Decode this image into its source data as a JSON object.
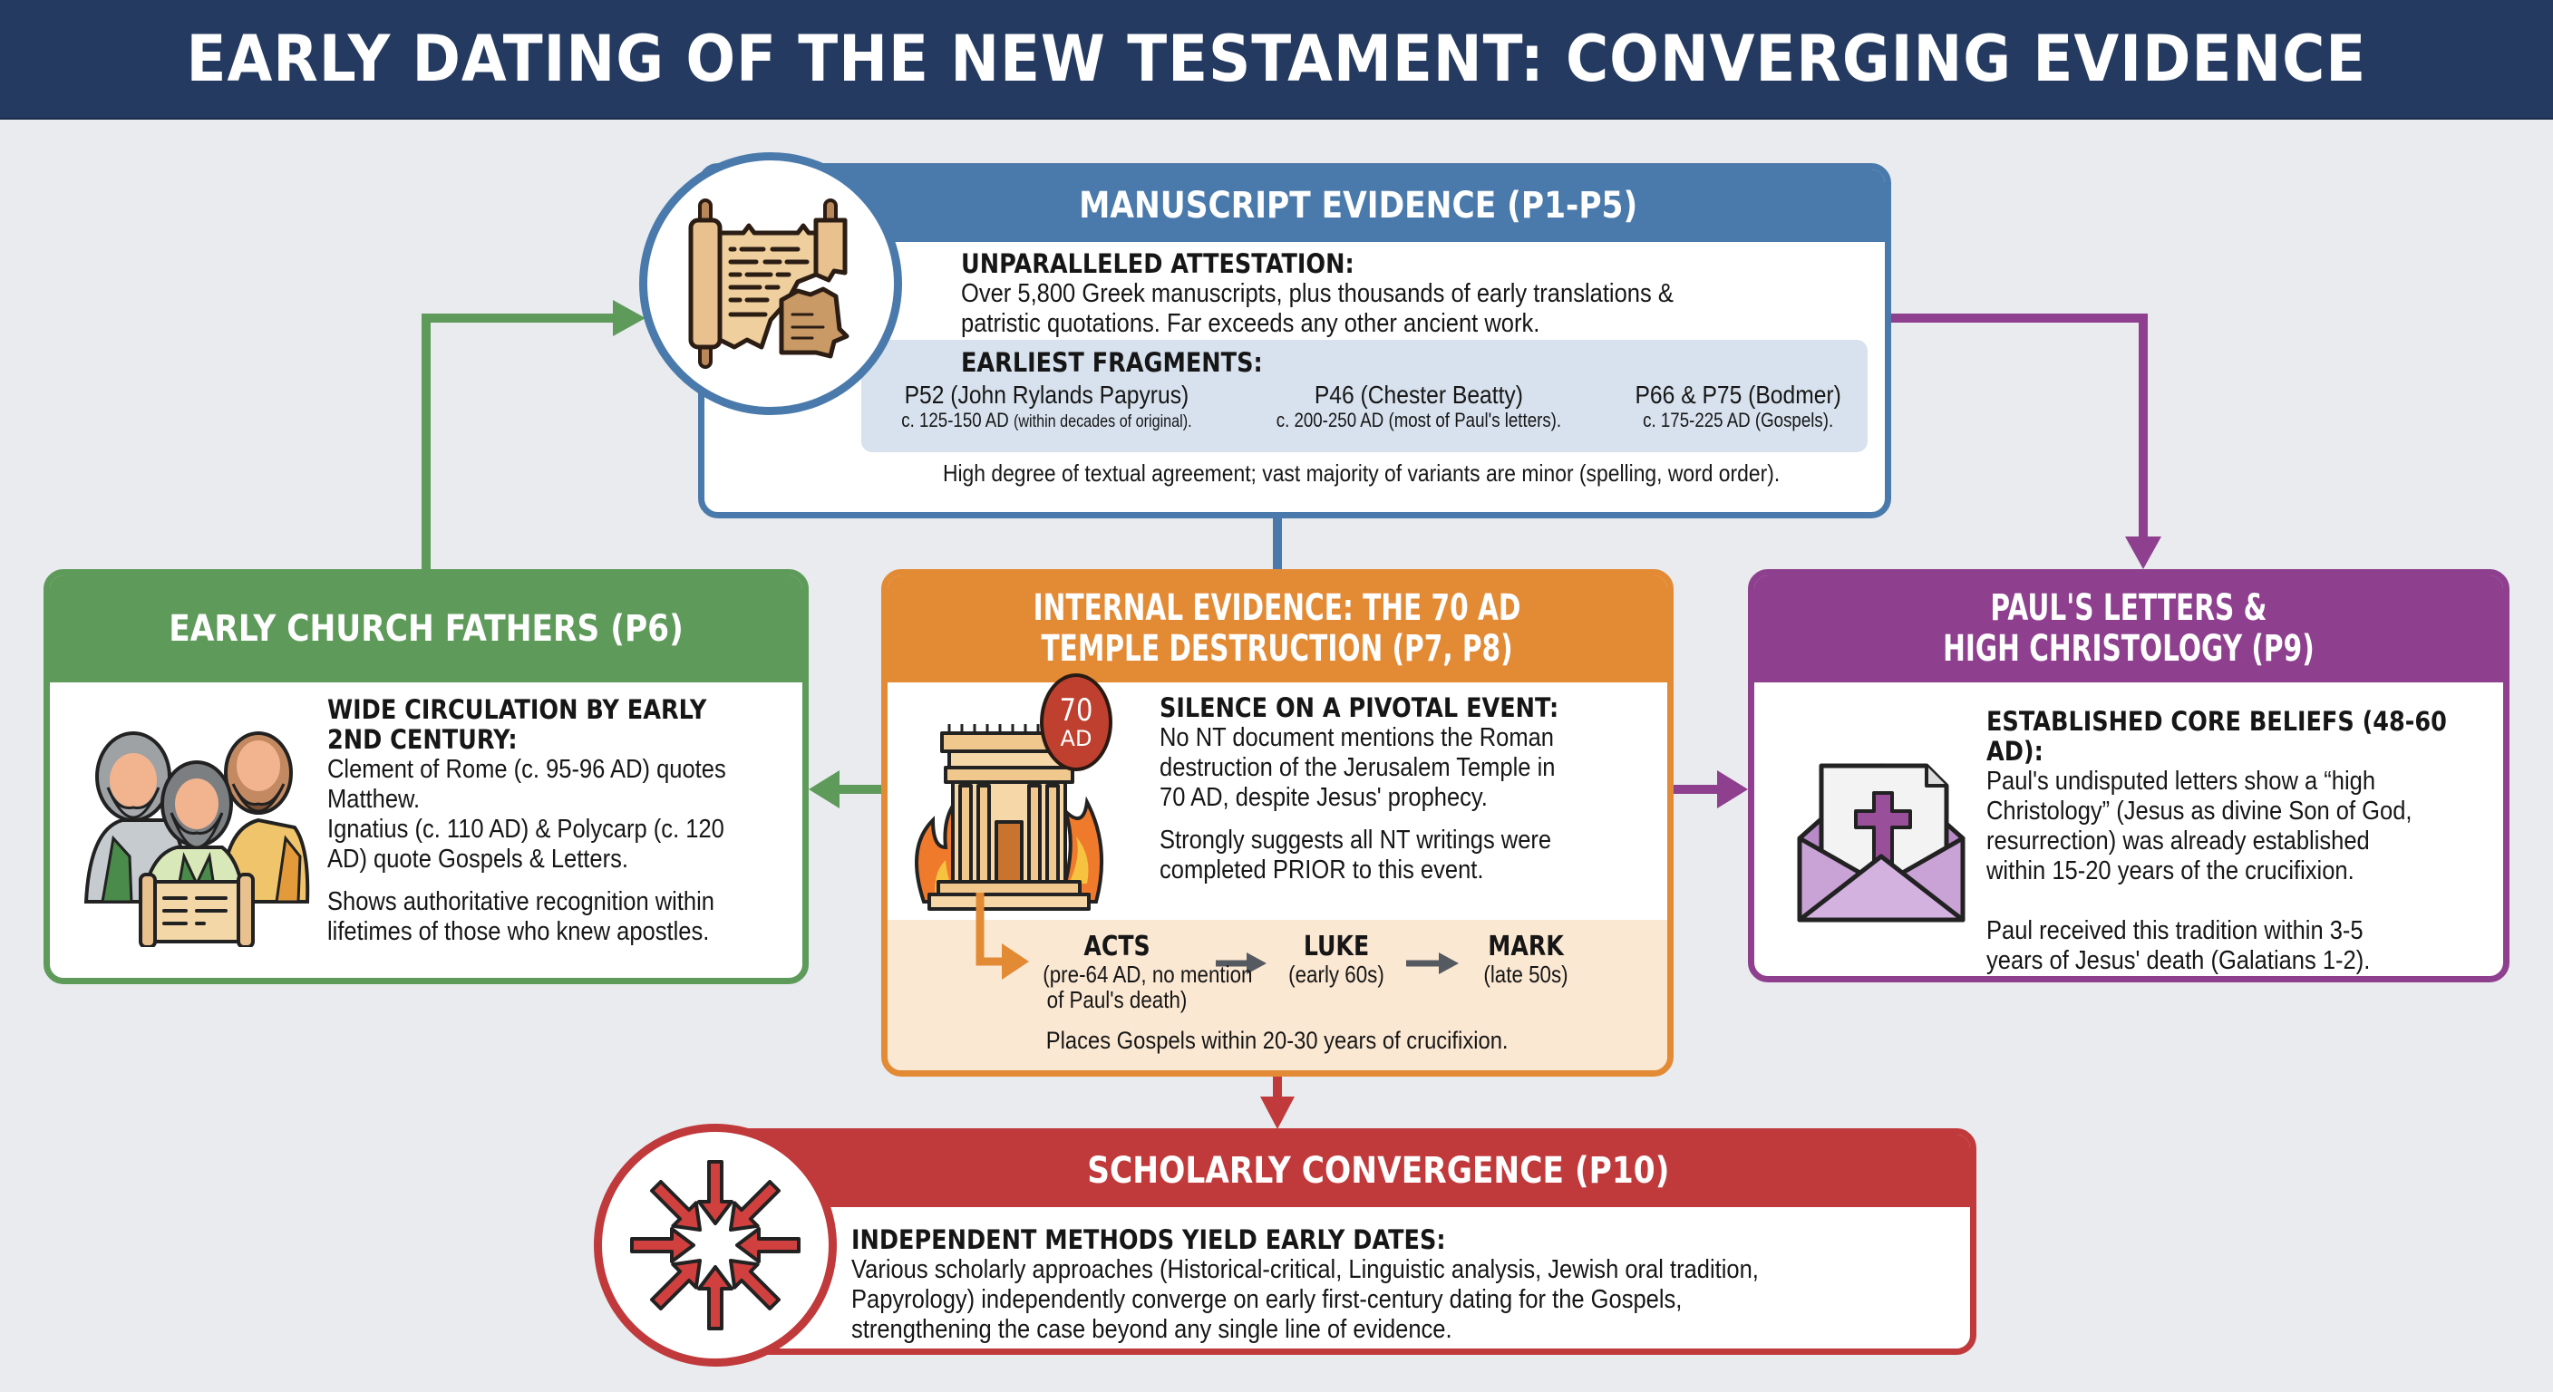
{
  "title": "EARLY DATING OF THE NEW TESTAMENT: CONVERGING EVIDENCE",
  "colors": {
    "title_bar": "#243a60",
    "manuscript": "#4a7aab",
    "church_fathers": "#5e9a5a",
    "internal": "#e38a35",
    "pauls_letters": "#8e3f8e",
    "convergence": "#c0393b",
    "background": "#e9ebef"
  },
  "manuscript": {
    "heading": "MANUSCRIPT EVIDENCE (P1-P5)",
    "icon": "scroll-fragments-icon",
    "attestation_title": "UNPARALLELED ATTESTATION:",
    "attestation_line1": "Over 5,800 Greek manuscripts, plus thousands of early translations &",
    "attestation_line2": "patristic quotations. Far exceeds any other ancient work.",
    "fragments_title": "EARLIEST FRAGMENTS:",
    "fragments": [
      {
        "name": "P52 (John Rylands Papyrus)",
        "date": "c. 125-150 AD",
        "note": "(within decades of original)."
      },
      {
        "name": "P46 (Chester Beatty)",
        "date": "c. 200-250 AD",
        "note": "(most of Paul's letters)."
      },
      {
        "name": "P66 & P75 (Bodmer)",
        "date": "c. 175-225 AD",
        "note": "(Gospels)."
      }
    ],
    "agreement": "High degree of textual agreement; vast majority of variants are minor (spelling, word order)."
  },
  "church_fathers": {
    "heading": "EARLY CHURCH FATHERS (P6)",
    "icon": "church-fathers-icon",
    "title_line1": "WIDE CIRCULATION BY EARLY",
    "title_line2": "2ND CENTURY:",
    "line1": "Clement of Rome (c. 95-96 AD) quotes",
    "line2": "Matthew.",
    "line3": "Ignatius (c. 110 AD) & Polycarp (c. 120",
    "line4": "AD) quote Gospels & Letters.",
    "line5": "Shows authoritative recognition within",
    "line6": "lifetimes of those who knew apostles."
  },
  "internal": {
    "heading_line1": "INTERNAL EVIDENCE: THE 70 AD",
    "heading_line2": "TEMPLE DESTRUCTION (P7, P8)",
    "icon": "burning-temple-icon",
    "badge_number": "70",
    "badge_unit": "AD",
    "title": "SILENCE ON A PIVOTAL EVENT:",
    "line1": "No NT document mentions the Roman",
    "line2": "destruction of the Jerusalem Temple in",
    "line3": "70 AD, despite Jesus' prophecy.",
    "line4": "Strongly suggests all NT writings were",
    "line5": "completed PRIOR to this event.",
    "timeline": [
      {
        "book": "ACTS",
        "sub1": "(pre-64 AD, no mention",
        "sub2": "of Paul's death)"
      },
      {
        "book": "LUKE",
        "sub1": "(early 60s)",
        "sub2": ""
      },
      {
        "book": "MARK",
        "sub1": "(late 50s)",
        "sub2": ""
      }
    ],
    "conclusion": "Places Gospels within 20-30 years of crucifixion."
  },
  "pauls_letters": {
    "heading_line1": "PAUL'S LETTERS &",
    "heading_line2": "HIGH CHRISTOLOGY (P9)",
    "icon": "envelope-cross-icon",
    "title": "ESTABLISHED CORE BELIEFS (48-60 AD):",
    "line1": "Paul's undisputed letters show a “high",
    "line2": "Christology” (Jesus as divine Son of God,",
    "line3": "resurrection) was already established",
    "line4": "within 15-20 years of the crucifixion.",
    "line5": "Paul received this tradition within 3-5",
    "line6": "years of Jesus' death (Galatians 1-2)."
  },
  "convergence": {
    "heading": "SCHOLARLY CONVERGENCE (P10)",
    "icon": "converging-arrows-icon",
    "title": "INDEPENDENT METHODS YIELD EARLY DATES:",
    "line1": "Various scholarly approaches (Historical-critical, Linguistic analysis, Jewish oral tradition,",
    "line2": "Papyrology) independently converge on early first-century dating for the Gospels,",
    "line3": "strengthening the case beyond any single line of evidence."
  }
}
